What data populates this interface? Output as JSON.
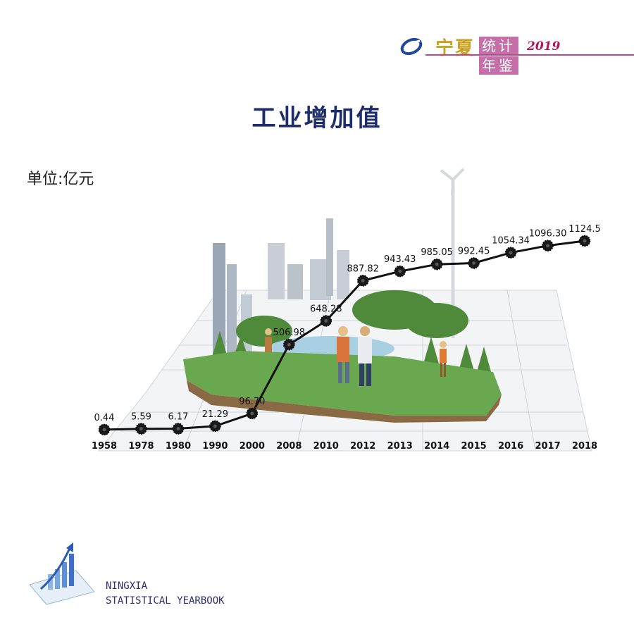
{
  "header": {
    "brand_name": "宁夏",
    "brand_box_top": "统计",
    "brand_box_bottom": "年鉴",
    "brand_year": "2019"
  },
  "page_title": "工业增加值",
  "unit_label": "单位:亿元",
  "footer": {
    "line1": "NINGXIA",
    "line2": "STATISTICAL YEARBOOK"
  },
  "colors": {
    "title": "#1d2d6b",
    "brand_gold": "#c7a21f",
    "brand_pink": "#c66ea8",
    "line": "#111111",
    "grass": "#6aa84f",
    "soil": "#8a6a45"
  },
  "chart_data": {
    "type": "line",
    "title": "工业增加值",
    "unit": "单位:亿元",
    "categories": [
      "1958",
      "1978",
      "1980",
      "1990",
      "2000",
      "2008",
      "2010",
      "2012",
      "2013",
      "2014",
      "2015",
      "2016",
      "2017",
      "2018"
    ],
    "values": [
      0.44,
      5.59,
      6.17,
      21.29,
      96.7,
      506.98,
      648.28,
      887.82,
      943.43,
      985.05,
      992.45,
      1054.34,
      1096.3,
      1124.5
    ],
    "value_labels": [
      "0.44",
      "5.59",
      "6.17",
      "21.29",
      "96.70",
      "506.98",
      "648.28",
      "887.82",
      "943.43",
      "985.05",
      "992.45",
      "1054.34",
      "1096.30",
      "1124.5"
    ],
    "x_axis_visible": false,
    "y_axis_visible": false,
    "grid": false,
    "legend": "none"
  }
}
